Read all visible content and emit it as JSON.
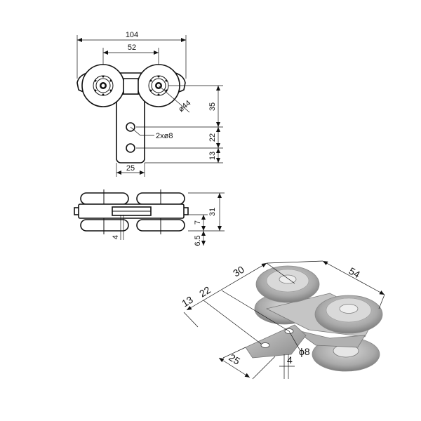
{
  "front_view": {
    "width_total": "104",
    "axle_distance": "52",
    "wheel_diameter": "ø44",
    "height_top": "35",
    "hole_spacing": "22",
    "hole_to_bottom": "13",
    "holes": "2xø8",
    "plate_width": "25"
  },
  "side_view": {
    "height_total": "31",
    "height_mid": "7",
    "height_bottom": "6.5",
    "plate_thickness": "4"
  },
  "iso_view": {
    "dim_13": "13",
    "dim_22": "22",
    "dim_30": "30",
    "dim_54": "54",
    "dim_25": "25",
    "dim_4": "4",
    "hole": "ϕ8"
  }
}
